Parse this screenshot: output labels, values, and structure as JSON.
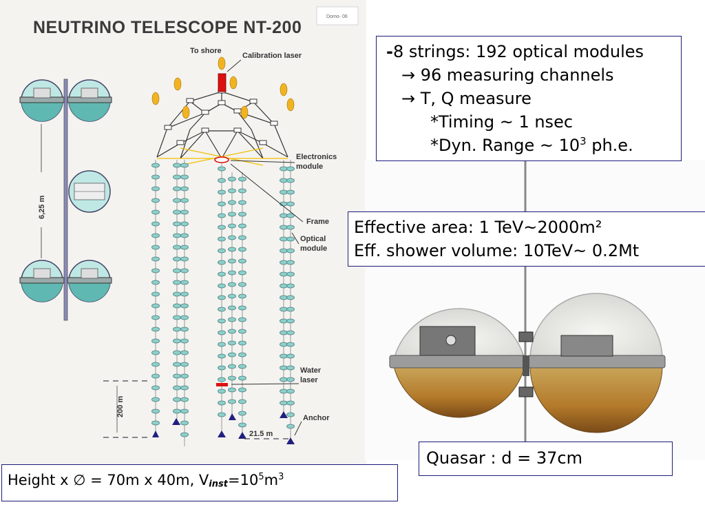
{
  "scan": {
    "title": "NEUTRINO TELESCOPE NT-200",
    "corner_note": "Domo-  06",
    "labels": {
      "to_shore": "To shore",
      "calibration_laser": "Calibration laser",
      "electronics_line1": "Electronics",
      "electronics_line2": "module",
      "frame": "Frame",
      "optical_line1": "Optical",
      "optical_line2": "module",
      "water_line1": "Water",
      "water_line2": "laser",
      "anchor": "Anchor",
      "spacing": "6,25 m",
      "depth": "200 m",
      "distance": "21.5 m"
    }
  },
  "spec_box": {
    "line1_prefix": "-",
    "line1": "8 strings:  192 optical modules",
    "arrow": "→",
    "line2": " 96 measuring channels",
    "line3": " T, Q measure",
    "line4": "*Timing ~ 1 nsec",
    "line5_pre": "*Dyn. Range ~ 10",
    "line5_sup": "3",
    "line5_post": " ph.e."
  },
  "area_box": {
    "line1": "Effective  area: 1 TeV~2000m²",
    "line2": "Eff. shower volume:   10TeV~ 0.2Mt"
  },
  "quasar_box": {
    "text": "Quasar : d = 37cm"
  },
  "size_box": {
    "pre": "Height x ∅ = 70m x 40m, V",
    "sub": "inst",
    "mid": "=10",
    "sup": "5",
    "post": "m",
    "sup2": "3"
  },
  "colors": {
    "box_border": "#1a1a7a",
    "module": "#7fc8c4",
    "anchor": "#202080",
    "laser": "#dd1111"
  }
}
